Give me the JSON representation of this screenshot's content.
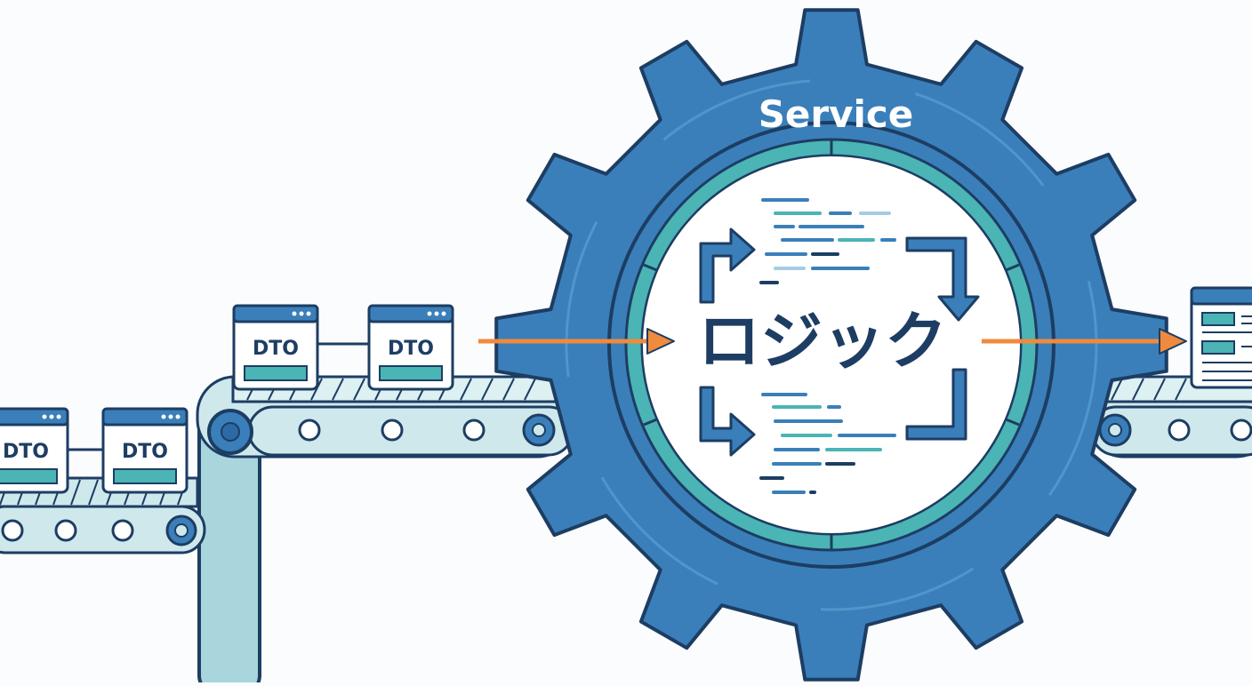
{
  "gear": {
    "label": "Service"
  },
  "center": {
    "label": "ロジック"
  },
  "boxes": [
    {
      "label": "DTO"
    },
    {
      "label": "DTO"
    },
    {
      "label": "DTO"
    },
    {
      "label": "DTO"
    }
  ],
  "colors": {
    "gear_blue": "#3a7fba",
    "outline": "#1d3d63",
    "teal": "#4bb4b4",
    "belt_light": "#cfe8ec",
    "pale_blue": "#a6cce4",
    "arrow_orange": "#f08a3c",
    "header_blue": "#3a7fba",
    "background": "#fbfcfd"
  }
}
